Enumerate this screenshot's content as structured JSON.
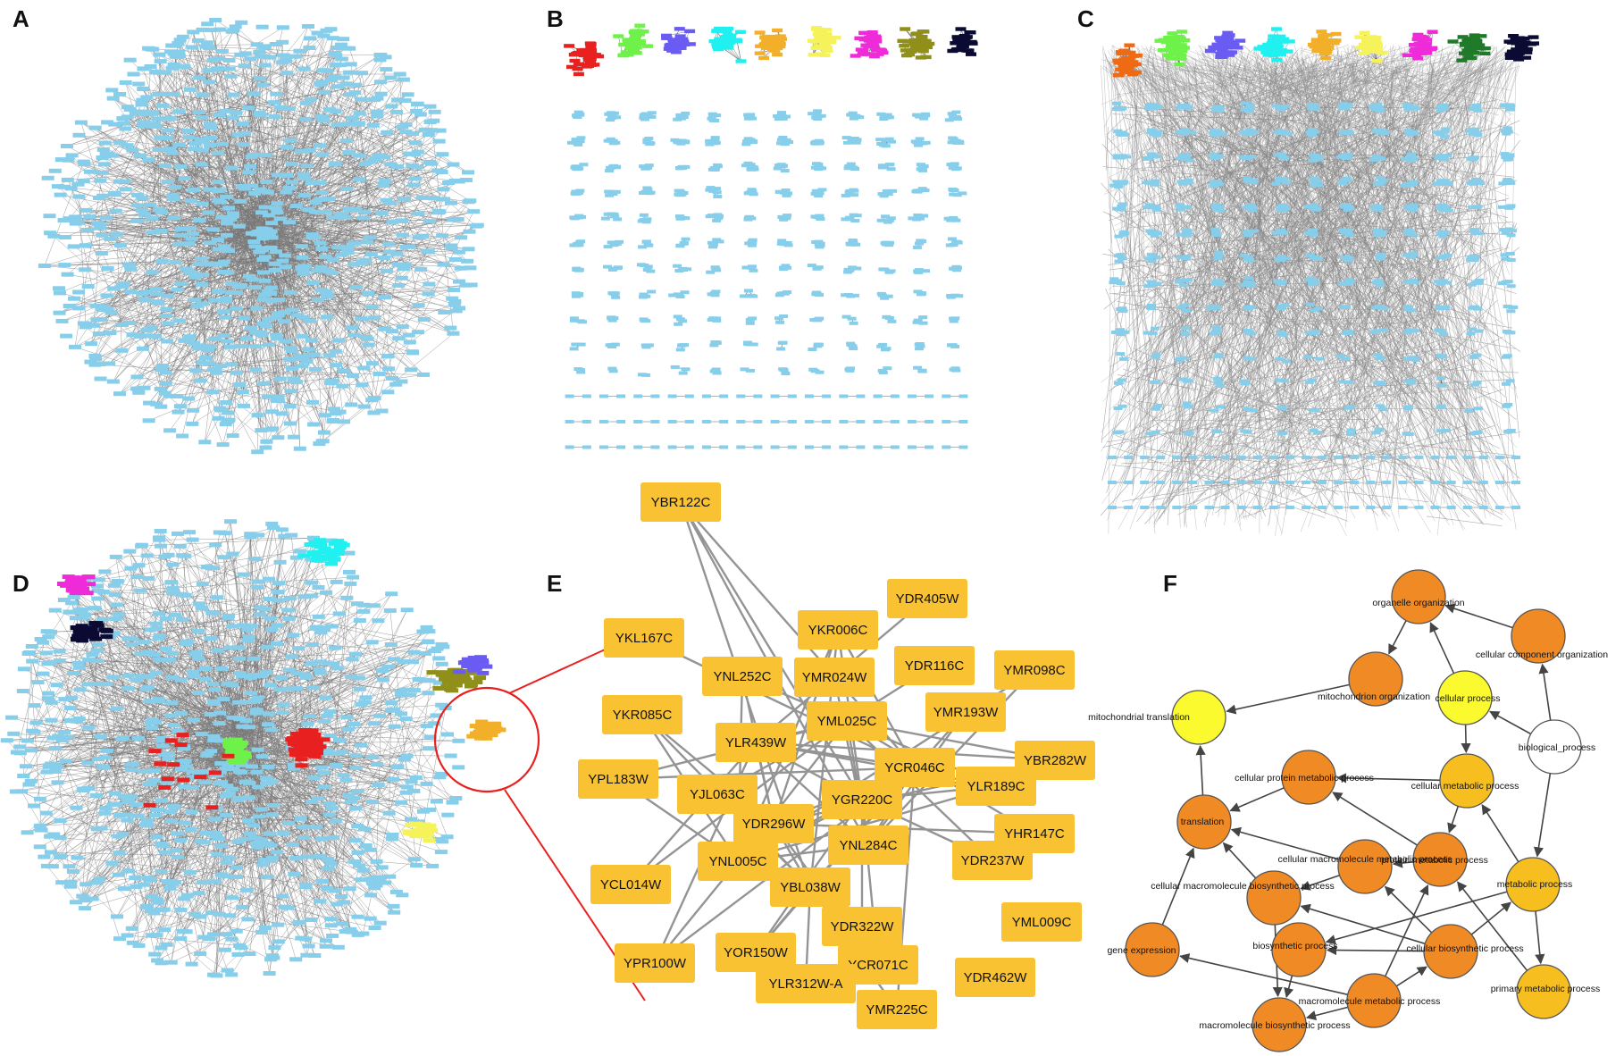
{
  "figure": {
    "panels": [
      {
        "id": "A",
        "letter": "A"
      },
      {
        "id": "B",
        "letter": "B"
      },
      {
        "id": "C",
        "letter": "C"
      },
      {
        "id": "D",
        "letter": "D"
      },
      {
        "id": "E",
        "letter": "E"
      },
      {
        "id": "F",
        "letter": "F"
      }
    ],
    "colors": {
      "node": "#87CEEB",
      "edge": "#777777",
      "edge_light": "#9a9a9a",
      "gene_box": "#F9C233",
      "zoom_marker": "#e8201f",
      "go_significant": "#F08A24",
      "go_moderate": "#F6BF1F",
      "go_low": "#FAFA2E",
      "go_none": "#FFFFFF",
      "cluster_palette": [
        "#e8201f",
        "#6ef24a",
        "#6a5cf2",
        "#21f0f0",
        "#f2b02a",
        "#f5f25a",
        "#ef2bd9",
        "#8f8f1a",
        "#0a0a33"
      ],
      "cluster_palette_c": [
        "#f06a14",
        "#6ef24a",
        "#6a5cf2",
        "#21f0f0",
        "#f2b02a",
        "#f5f25a",
        "#ef2bd9",
        "#1f7a2a",
        "#0a0a33"
      ]
    },
    "panel_e": {
      "genes": [
        "YBR122C",
        "YDR405W",
        "YKR006C",
        "YKL167C",
        "YNL252C",
        "YMR024W",
        "YDR116C",
        "YMR098C",
        "YKR085C",
        "YML025C",
        "YMR193W",
        "YLR439W",
        "YCR046C",
        "YBR282W",
        "YPL183W",
        "YJL063C",
        "YGR220C",
        "YLR189C",
        "YDR296W",
        "YHR147C",
        "YNL284C",
        "YDR237W",
        "YNL005C",
        "YCL014W",
        "YBL038W",
        "YML009C",
        "YDR322W",
        "YPR100W",
        "YOR150W",
        "YCR071C",
        "YDR462W",
        "YLR312W-A",
        "YMR225C"
      ]
    },
    "panel_f": {
      "terms": [
        {
          "label": "organelle organization",
          "level": "significant"
        },
        {
          "label": "cellular component organization",
          "level": "significant"
        },
        {
          "label": "mitochondrion organization",
          "level": "significant"
        },
        {
          "label": "cellular process",
          "level": "low"
        },
        {
          "label": "mitochondrial translation",
          "level": "low"
        },
        {
          "label": "biological_process",
          "level": "none"
        },
        {
          "label": "cellular protein metabolic process",
          "level": "significant"
        },
        {
          "label": "cellular metabolic process",
          "level": "moderate"
        },
        {
          "label": "translation",
          "level": "significant"
        },
        {
          "label": "cellular macromolecule metabolic process",
          "level": "significant"
        },
        {
          "label": "protein metabolic process",
          "level": "significant"
        },
        {
          "label": "metabolic process",
          "level": "moderate"
        },
        {
          "label": "cellular macromolecule biosynthetic process",
          "level": "significant"
        },
        {
          "label": "gene expression",
          "level": "significant"
        },
        {
          "label": "biosynthetic process",
          "level": "significant"
        },
        {
          "label": "cellular biosynthetic process",
          "level": "significant"
        },
        {
          "label": "macromolecule metabolic process",
          "level": "significant"
        },
        {
          "label": "primary metabolic process",
          "level": "moderate"
        },
        {
          "label": "macromolecule biosynthetic process",
          "level": "significant"
        }
      ]
    }
  }
}
